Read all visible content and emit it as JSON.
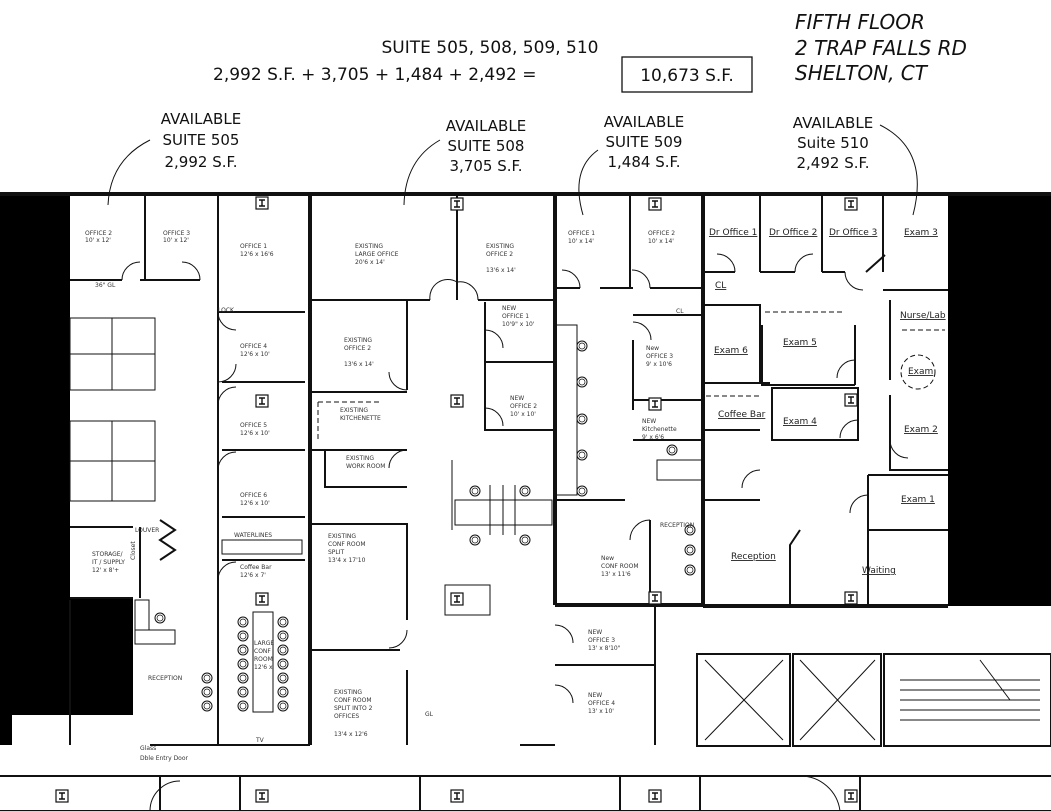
{
  "header": {
    "suites_line": "SUITE 505,  508, 509, 510",
    "sum_line": "2,992 S.F. + 3,705 + 1,484 + 2,492 =",
    "total": "10,673 S.F."
  },
  "address": [
    "FIFTH FLOOR",
    "2 TRAP FALLS RD",
    "SHELTON, CT"
  ],
  "callouts": [
    {
      "status": "AVAILABLE",
      "suite": "SUITE 505",
      "area": "2,992 S.F."
    },
    {
      "status": "AVAILABLE",
      "suite": "SUITE 508",
      "area": "3,705 S.F."
    },
    {
      "status": "AVAILABLE",
      "suite": "SUITE 509",
      "area": "1,484 S.F."
    },
    {
      "status": "AVAILABLE",
      "suite": "Suite 510",
      "area": "2,492 S.F."
    }
  ],
  "suite505": {
    "office2": [
      "OFFICE 2",
      "10' x 12'"
    ],
    "office3": [
      "OFFICE 3",
      "10' x 12'"
    ],
    "office1": [
      "OFFICE 1",
      "12'6 x 16'6"
    ],
    "office4": [
      "OFFICE 4",
      "12'6 x 10'"
    ],
    "office5": [
      "OFFICE 5",
      "12'6 x 10'"
    ],
    "office6": [
      "OFFICE 6",
      "12'6 x 10'"
    ],
    "coffee": [
      "Coffee Bar",
      "12'6 x 7'"
    ],
    "storage": [
      "STORAGE/",
      "IT / SUPPLY",
      "12' x 8'+"
    ],
    "conf": [
      "LARGE",
      "CONF",
      "ROOM",
      "12'6 x"
    ],
    "reception": "RECEPTION",
    "entry": [
      "Glass",
      "Dble Entry Door"
    ],
    "notes": {
      "gl": "36\" GL",
      "lock": "LOCK",
      "louver": "LOUVER",
      "closet": "Closet",
      "waterlines": "WATERLINES",
      "tv": "TV"
    }
  },
  "suite508": {
    "large_office": [
      "EXISTING",
      "LARGE OFFICE",
      "20'6 x 14'"
    ],
    "office2a": [
      "EXISTING",
      "OFFICE 2",
      "13'6 x 14'"
    ],
    "office2b": [
      "EXISTING",
      "OFFICE 2",
      "13'6 x 14'"
    ],
    "new_office1": [
      "NEW",
      "OFFICE 1",
      "10'9\" x 10'"
    ],
    "new_office2": [
      "NEW",
      "OFFICE 2",
      "10' x 10'"
    ],
    "kitchenette": [
      "EXISTING",
      "KITCHENETTE"
    ],
    "work_room": [
      "EXISTING",
      "WORK ROOM"
    ],
    "conf_split": [
      "EXISTING",
      "CONF ROOM",
      "SPLIT",
      "13'4 x 17'10"
    ],
    "conf_offices": [
      "EXISTING",
      "CONF ROOM",
      "SPLIT INTO 2",
      "OFFICES",
      "13'4 x 12'6"
    ],
    "gl": "GL"
  },
  "suite509": {
    "office1": [
      "OFFICE 1",
      "10' x 14'"
    ],
    "office2": [
      "OFFICE 2",
      "10' x 14'"
    ],
    "cl": "CL",
    "office3": [
      "New",
      "OFFICE 3",
      "9' x 10'6"
    ],
    "kitchenette": [
      "NEW",
      "Kitchenette",
      "9' x 6'6"
    ],
    "reception": "RECEPTION",
    "conf": [
      "New",
      "CONF ROOM",
      "13' x 11'6"
    ],
    "new_office3": [
      "NEW",
      "OFFICE 3",
      "13' x 8'10\""
    ],
    "new_office4": [
      "NEW",
      "OFFICE 4",
      "13' x 10'"
    ]
  },
  "suite510": {
    "dr1": "Dr Office 1",
    "dr2": "Dr Office 2",
    "dr3": "Dr Office 3",
    "exam3": "Exam 3",
    "cl": "CL",
    "nurse": "Nurse/Lab",
    "exam6": "Exam 6",
    "exam5": "Exam 5",
    "exam": "Exam",
    "coffee": "Coffee Bar",
    "exam4": "Exam 4",
    "exam2": "Exam 2",
    "exam1": "Exam 1",
    "reception": "Reception",
    "waiting": "Waiting"
  }
}
